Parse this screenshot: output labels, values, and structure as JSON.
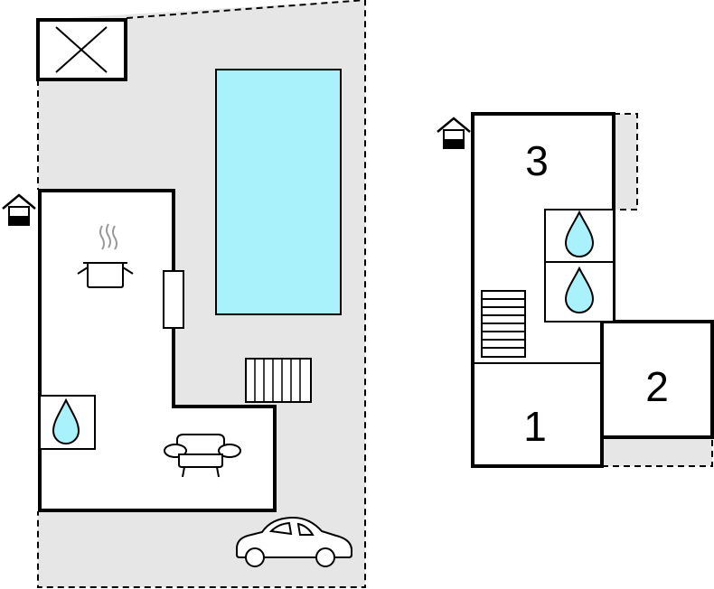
{
  "colors": {
    "outdoor_area": "#e6e6e6",
    "pool": "#aaf2fb",
    "walls": "#000000",
    "water_drop": "#aaf2fb",
    "background": "#ffffff"
  },
  "ground_floor": {
    "icons": [
      "entrance-icon",
      "sunbed-icon",
      "cooking-pot-icon",
      "shower-icon",
      "sofa-icon",
      "car-icon",
      "heater-icon",
      "kitchen-counter-icon",
      "pool"
    ]
  },
  "upper_floor": {
    "icons": [
      "entrance-icon",
      "stairs-icon",
      "shower-icon",
      "shower-icon"
    ],
    "rooms": [
      {
        "label": "3"
      },
      {
        "label": "2"
      },
      {
        "label": "1"
      }
    ]
  }
}
